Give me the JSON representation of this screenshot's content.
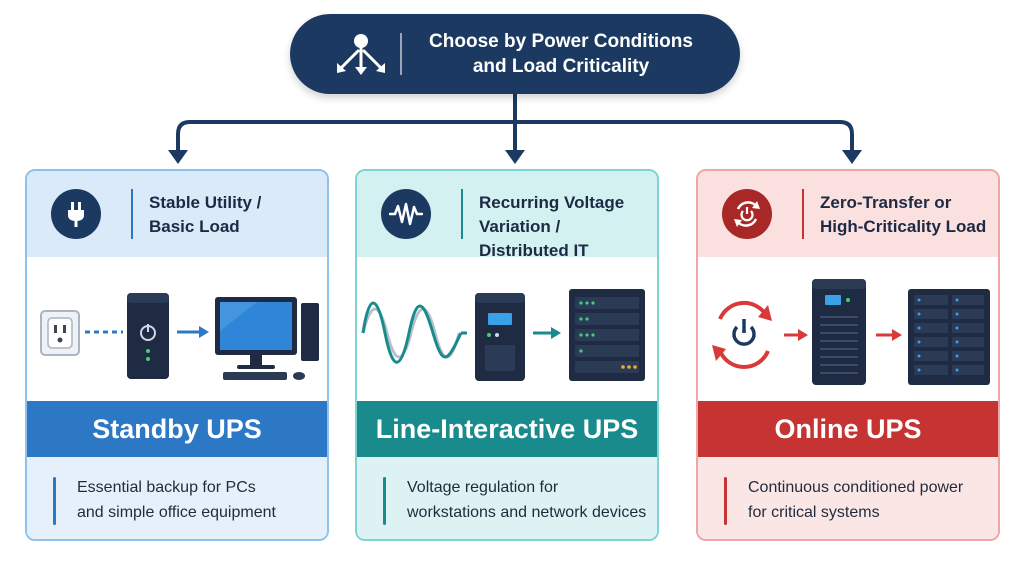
{
  "header": {
    "title_line1": "Choose by Power Conditions",
    "title_line2": "and Load Criticality",
    "icon": "branching-arrows-icon"
  },
  "cards": [
    {
      "title_line1": "Stable Utility /",
      "title_line2": "Basic Load",
      "icon": "plug-icon",
      "ups_type": "Standby UPS",
      "desc_line1": "Essential backup for PCs",
      "desc_line2": "and simple office equipment",
      "accent": "#2d78c4"
    },
    {
      "title_line1": "Recurring Voltage",
      "title_line2": "Variation / Distributed IT",
      "icon": "waveform-icon",
      "ups_type": "Line-Interactive UPS",
      "desc_line1": "Voltage regulation for",
      "desc_line2": "workstations and network devices",
      "accent": "#1a8b8d"
    },
    {
      "title_line1": "Zero-Transfer or",
      "title_line2": "High-Criticality Load",
      "icon": "power-cycle-icon",
      "ups_type": "Online UPS",
      "desc_line1": "Continuous conditioned power",
      "desc_line2": "for critical systems",
      "accent": "#c53333"
    }
  ],
  "colors": {
    "header_bg": "#1c3a61",
    "connector": "#1c3a61"
  }
}
